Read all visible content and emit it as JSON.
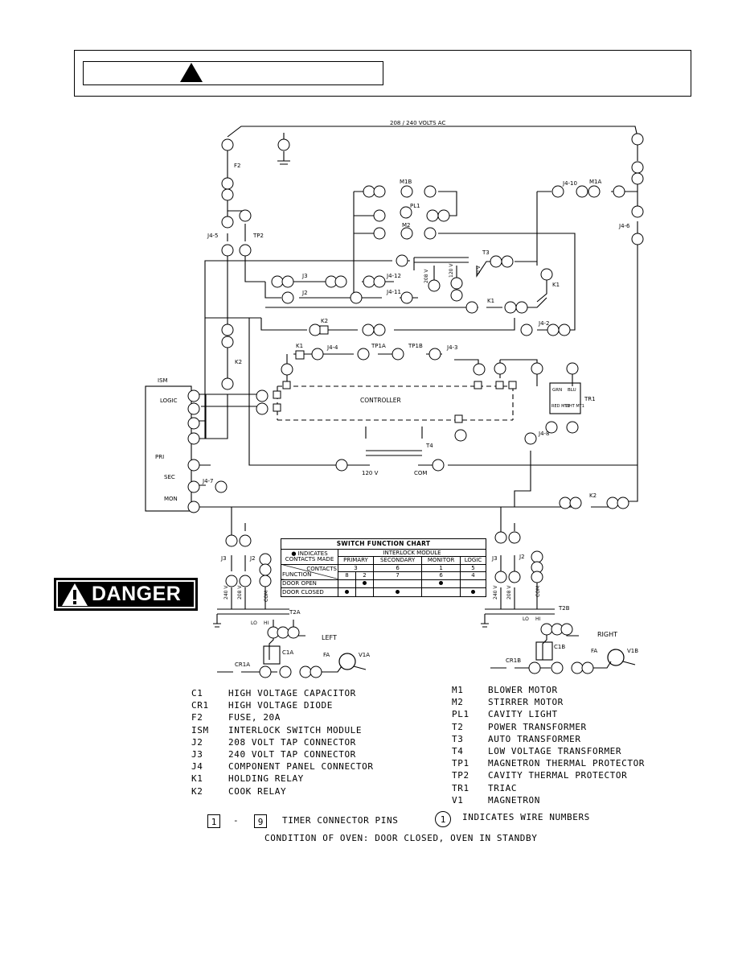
{
  "warning_box": {
    "icon": "warning-triangle-icon"
  },
  "danger_sign": {
    "label": "DANGER",
    "icon": "warning-exclamation-icon"
  },
  "schematic": {
    "supply_label": "208 / 240 VOLTS AC",
    "labels": {
      "f2": "F2",
      "ism": "ISM",
      "logic": "LOGIC",
      "pri": "PRI",
      "sec": "SEC",
      "mon": "MON",
      "controller": "CONTROLLER",
      "tr1": "TR1",
      "t3": "T3",
      "t4": "T4",
      "t2a": "T2A",
      "t2b": "T2B",
      "left": "LEFT",
      "right": "RIGHT",
      "v1a": "V1A",
      "v1b": "V1B",
      "c1a": "C1A",
      "c1b": "C1B",
      "cr1a": "CR1A",
      "cr1b": "CR1B",
      "m1b": "M1B",
      "m1a": "M1A",
      "m2": "M2",
      "pl1": "PL1",
      "tp2": "TP2",
      "tp1a": "TP1A",
      "tp1b": "TP1B",
      "k1": "K1",
      "k2": "K2",
      "j3": "J3",
      "j2": "J2",
      "j4_5": "J4-5",
      "j4_6": "J4-6",
      "j4_10": "J4-10",
      "j4_12": "J4-12",
      "j4_11": "J4-11",
      "j4_2": "J4-2",
      "j4_4": "J4-4",
      "j4_3": "J4-3",
      "j4_8": "J4-8",
      "j4_7": "J4-7",
      "v120": "120 V",
      "com": "COM",
      "v208": "208 V",
      "v240": "240 V",
      "v0": "0 V",
      "grn": "GRN",
      "blu": "BLU",
      "red_mt2": "RED MT2",
      "wht_mt1": "WHT MT1",
      "lo": "LO",
      "hi": "HI",
      "fa": "FA"
    }
  },
  "switch_chart": {
    "title": "SWITCH FUNCTION CHART",
    "indicates_label": "● INDICATES",
    "contacts_made": "CONTACTS MADE",
    "module_header": "INTERLOCK MODULE",
    "columns": [
      "PRIMARY",
      "SECONDARY",
      "MONITOR",
      "LOGIC"
    ],
    "contacts_label": "CONTACTS",
    "function_label": "FUNCTION",
    "contact_numbers": [
      "3",
      "6",
      "1",
      "5"
    ],
    "function_numbers": [
      "8",
      "2",
      "7",
      "6",
      "4"
    ],
    "rows": [
      {
        "label": "DOOR OPEN",
        "marks": [
          false,
          true,
          false,
          false,
          true,
          false
        ]
      },
      {
        "label": "DOOR CLOSED",
        "marks": [
          true,
          false,
          true,
          false,
          false,
          true
        ]
      }
    ]
  },
  "legend_left": [
    {
      "code": "C1",
      "desc": "HIGH VOLTAGE CAPACITOR"
    },
    {
      "code": "CR1",
      "desc": "HIGH VOLTAGE DIODE"
    },
    {
      "code": "F2",
      "desc": "FUSE, 20A"
    },
    {
      "code": "ISM",
      "desc": "INTERLOCK SWITCH MODULE"
    },
    {
      "code": "J2",
      "desc": "208 VOLT TAP CONNECTOR"
    },
    {
      "code": "J3",
      "desc": "240 VOLT TAP CONNECTOR"
    },
    {
      "code": "J4",
      "desc": "COMPONENT PANEL CONNECTOR"
    },
    {
      "code": "K1",
      "desc": "HOLDING RELAY"
    },
    {
      "code": "K2",
      "desc": "COOK RELAY"
    }
  ],
  "legend_right": [
    {
      "code": "M1",
      "desc": "BLOWER MOTOR"
    },
    {
      "code": "M2",
      "desc": "STIRRER MOTOR"
    },
    {
      "code": "PL1",
      "desc": "CAVITY LIGHT"
    },
    {
      "code": "T2",
      "desc": "POWER TRANSFORMER"
    },
    {
      "code": "T3",
      "desc": "AUTO TRANSFORMER"
    },
    {
      "code": "T4",
      "desc": "LOW VOLTAGE TRANSFORMER"
    },
    {
      "code": "TP1",
      "desc": "MAGNETRON THERMAL PROTECTOR"
    },
    {
      "code": "TP2",
      "desc": "CAVITY THERMAL PROTECTOR"
    },
    {
      "code": "TR1",
      "desc": "TRIAC"
    },
    {
      "code": "V1",
      "desc": "MAGNETRON"
    }
  ],
  "footer": {
    "pin_first": "1",
    "dash": "-",
    "pin_last": "9",
    "pins_text": "TIMER CONNECTOR PINS",
    "wire_example": "1",
    "wire_text": "INDICATES WIRE NUMBERS",
    "condition": "CONDITION OF OVEN:  DOOR CLOSED, OVEN IN STANDBY"
  }
}
